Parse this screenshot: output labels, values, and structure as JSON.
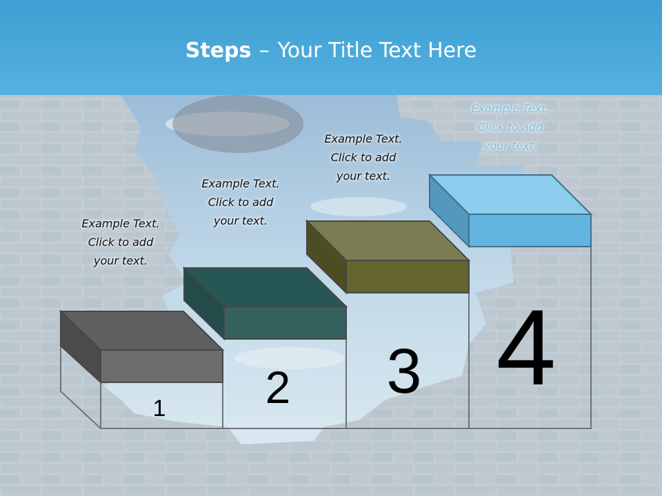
{
  "title": {
    "bold": "Steps",
    "separator": "–",
    "rest": "Your Title Text Here"
  },
  "steps": [
    {
      "number": "1",
      "line1": "Example Text.",
      "line2": "Click  to add",
      "line3": "your text.",
      "top_color": "#5f5f5f",
      "front_color": "#6c6c6c",
      "side_color": "#4b4b4b"
    },
    {
      "number": "2",
      "line1": "Example Text.",
      "line2": "Click  to add",
      "line3": "your text.",
      "top_color": "#275754",
      "front_color": "#33625f",
      "side_color": "#234c4a"
    },
    {
      "number": "3",
      "line1": "Example Text.",
      "line2": "Click  to add",
      "line3": "your text.",
      "top_color": "#7b7c52",
      "front_color": "#64652f",
      "side_color": "#4c4d23"
    },
    {
      "number": "4",
      "line1": "Example Text.",
      "line2": "Click  to add",
      "line3": "your text.",
      "top_color": "#8acdec",
      "front_color": "#62b4e0",
      "side_color": "#5398bd"
    }
  ]
}
